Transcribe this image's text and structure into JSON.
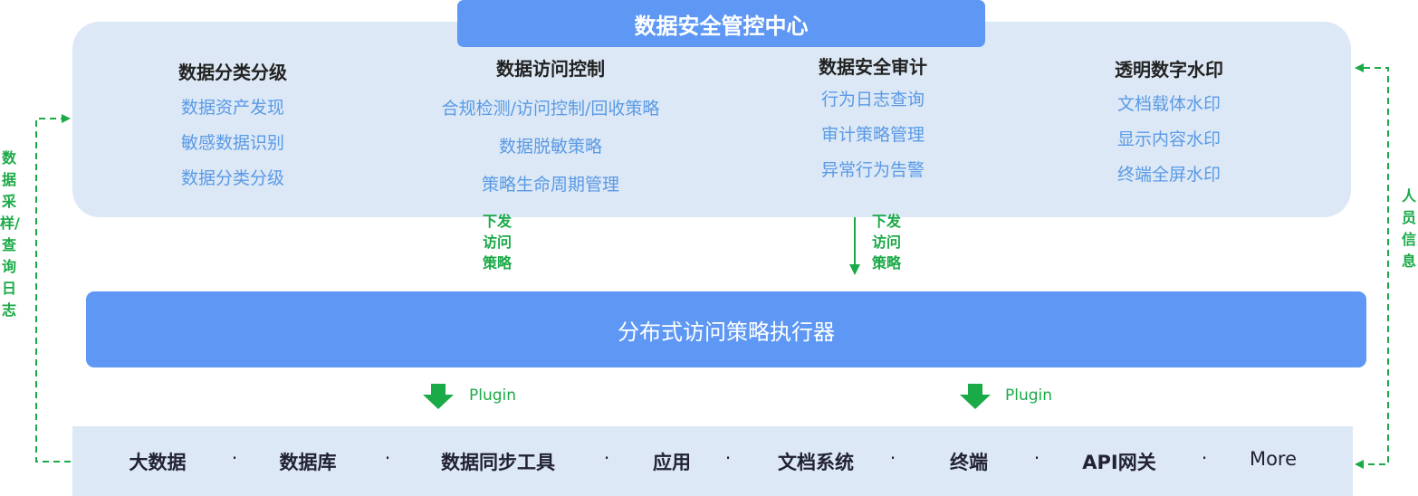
{
  "header": {
    "title": "数据安全管控中心"
  },
  "columns": [
    {
      "title": "数据分类分级",
      "items": [
        "数据资产发现",
        "敏感数据识别",
        "数据分类分级"
      ]
    },
    {
      "title": "数据访问控制",
      "items": [
        "合规检测/访问控制/回收策略",
        "数据脱敏策略",
        "策略生命周期管理"
      ]
    },
    {
      "title": "数据安全审计",
      "items": [
        "行为日志查询",
        "审计策略管理",
        "异常行为告警"
      ]
    },
    {
      "title": "透明数字水印",
      "items": [
        "文档载体水印",
        "显示内容水印",
        "终端全屏水印"
      ]
    }
  ],
  "policy_labels": {
    "left": [
      "下发",
      "访问",
      "策略"
    ],
    "right": [
      "下发",
      "访问",
      "策略"
    ]
  },
  "executor": {
    "title": "分布式访问策略执行器"
  },
  "plugins": {
    "left": "Plugin",
    "right": "Plugin"
  },
  "bottom": {
    "items": [
      "大数据",
      "数据库",
      "数据同步工具",
      "应用",
      "文档系统",
      "终端",
      "API网关",
      "More"
    ],
    "separator": "·"
  },
  "side_labels": {
    "left": "数据采样/查询日志",
    "right": "人员信息"
  },
  "colors": {
    "panel": "#dce8f5",
    "primary": "#5e98f4",
    "green": "#1aaa47",
    "item_blue": "#5a9ae6"
  }
}
